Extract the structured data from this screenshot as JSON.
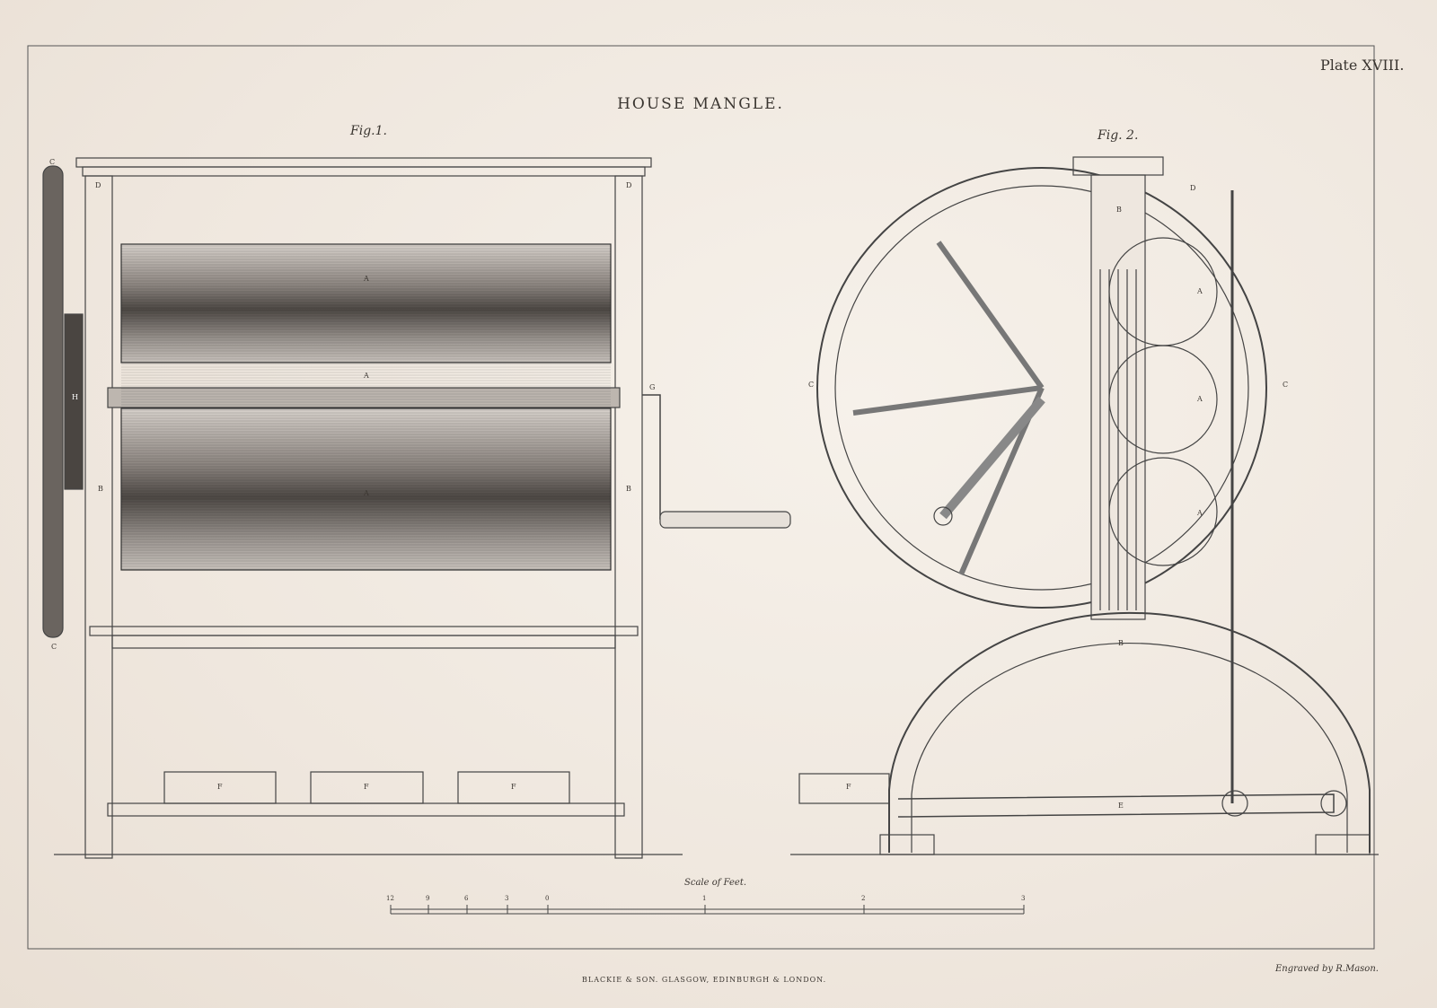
{
  "title": "HOUSE MANGLE.",
  "plate": "Plate XVIII.",
  "fig1": {
    "caption": "Fig.1.",
    "labels": {
      "c_top": "C",
      "c_bottom": "C",
      "d_left": "D",
      "d_right": "D",
      "a1": "A",
      "a2": "A",
      "a3": "A",
      "h": "H",
      "g": "G",
      "b_left": "B",
      "b_right": "B",
      "f1": "F",
      "f2": "F",
      "f3": "F"
    }
  },
  "fig2": {
    "caption": "Fig. 2.",
    "labels": {
      "b_top": "B",
      "d": "D",
      "a1": "A",
      "a2": "A",
      "a3": "A",
      "c_left": "C",
      "c_right": "C",
      "b_bottom": "B",
      "f": "F",
      "e": "E"
    }
  },
  "scale": {
    "title": "Scale of Feet.",
    "ticks": [
      "12",
      "9",
      "6",
      "3",
      "0",
      "1",
      "2",
      "3"
    ]
  },
  "engraver": "Engraved by R.Mason.",
  "publisher": "BLACKIE & SON. GLASGOW, EDINBURGH & LONDON."
}
